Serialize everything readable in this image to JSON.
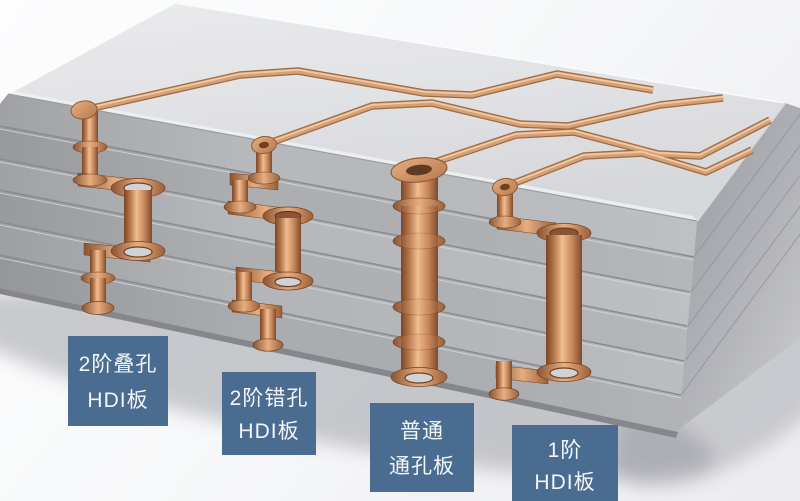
{
  "labels": [
    {
      "id": "stacked-2-stage",
      "line1": "2阶叠孔",
      "line2": "HDI板"
    },
    {
      "id": "staggered-2-stage",
      "line1": "2阶错孔",
      "line2": "HDI板"
    },
    {
      "id": "through-hole",
      "line1": "普通",
      "line2": "通孔板"
    },
    {
      "id": "one-stage",
      "line1": "1阶",
      "line2": "HDI板"
    }
  ],
  "colors": {
    "label_background": "#4a6c90",
    "label_text": "#f4f6f9",
    "board_top": "#dcdde0",
    "board_front": "#b4b6ba",
    "board_side": "#a0a2a7",
    "board_seam": "#8a8c90",
    "copper_base": "#c9895c",
    "copper_highlight": "#f2c29a",
    "copper_shadow": "#7c4527",
    "copper_trace": "#d29c72",
    "background": "#f5f6f7",
    "floor_shadow": "#90939b"
  },
  "graphics": {
    "board": "multilayer-pcb-3d-block",
    "via_groups": [
      "stacked-microvias",
      "staggered-microvias",
      "plated-through-hole",
      "single-stage-blind-via"
    ]
  }
}
